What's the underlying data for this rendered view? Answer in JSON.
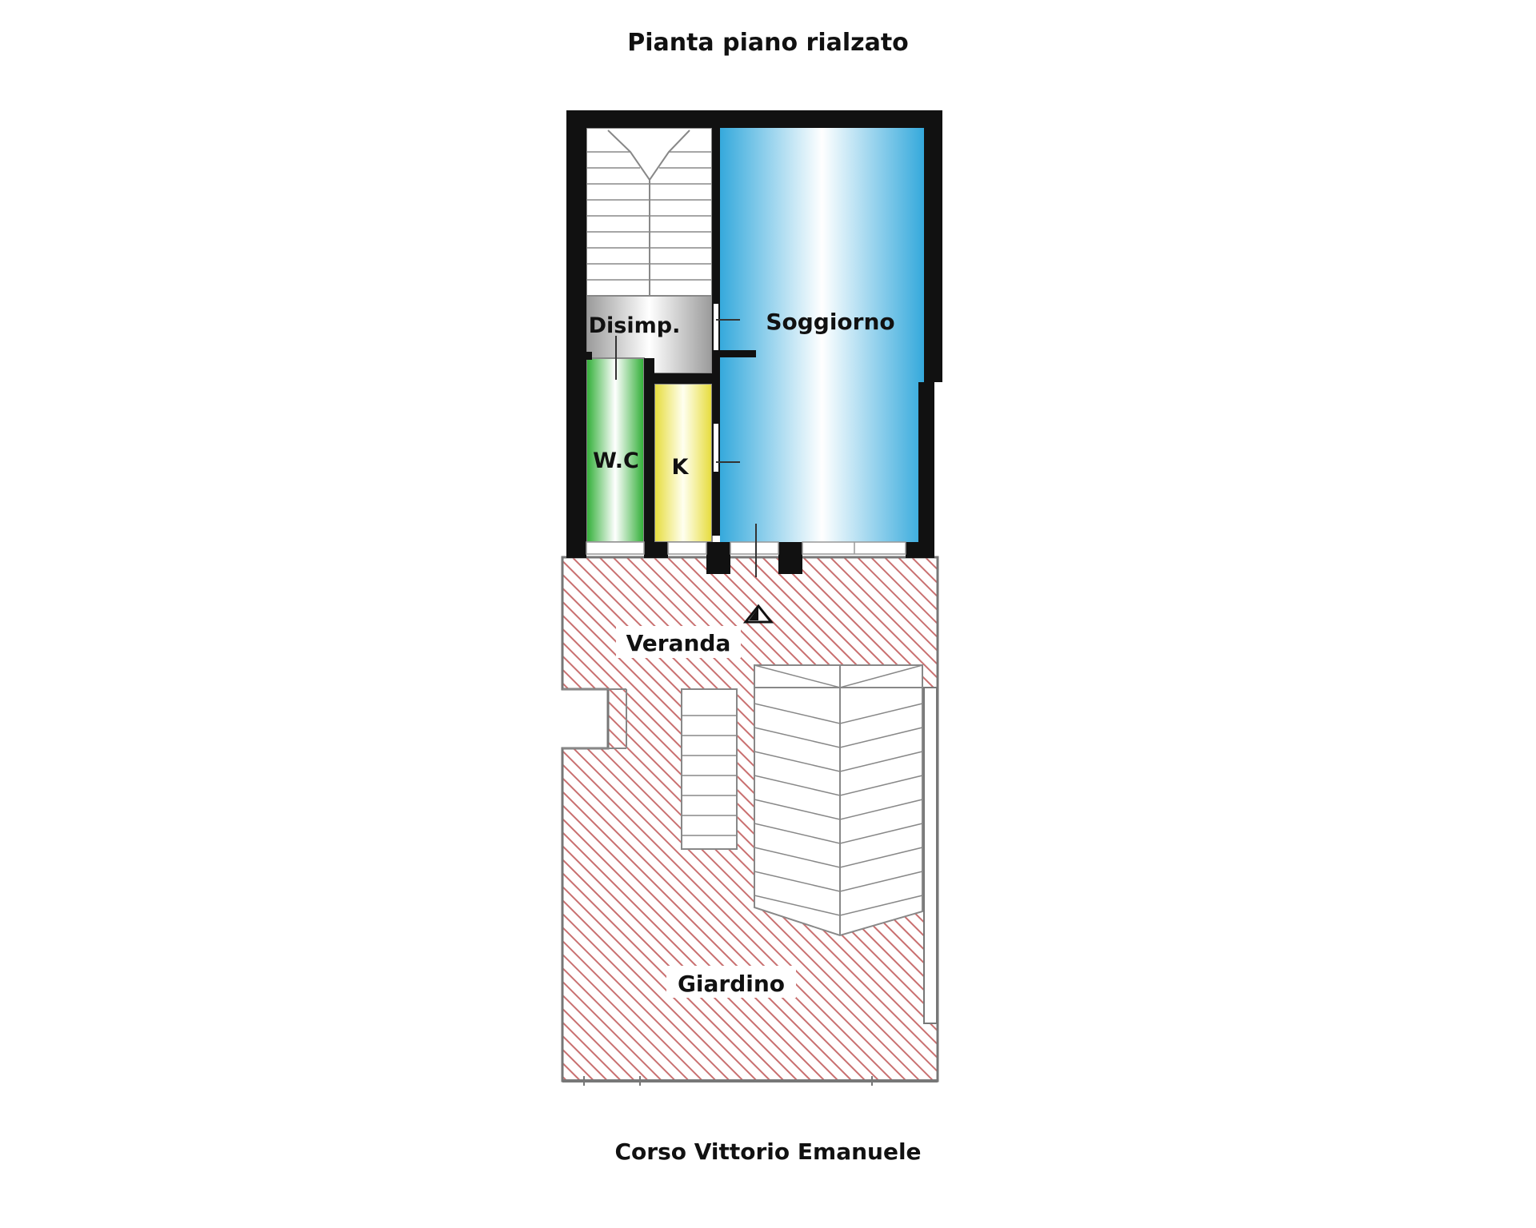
{
  "plan": {
    "title": "Pianta piano rialzato",
    "street": "Corso Vittorio Emanuele"
  },
  "rooms": {
    "soggiorno": "Soggiorno",
    "disimpegno": "Disimp.",
    "wc": "W.C",
    "kitchen": "K",
    "veranda": "Veranda",
    "giardino": "Giardino"
  },
  "colors": {
    "soggiorno": "#35a9dc",
    "wc": "#32b23c",
    "kitchen": "#ece54f",
    "disimpegno": "#a9a9a9",
    "hatch": "#c97070",
    "wall": "#111111"
  }
}
